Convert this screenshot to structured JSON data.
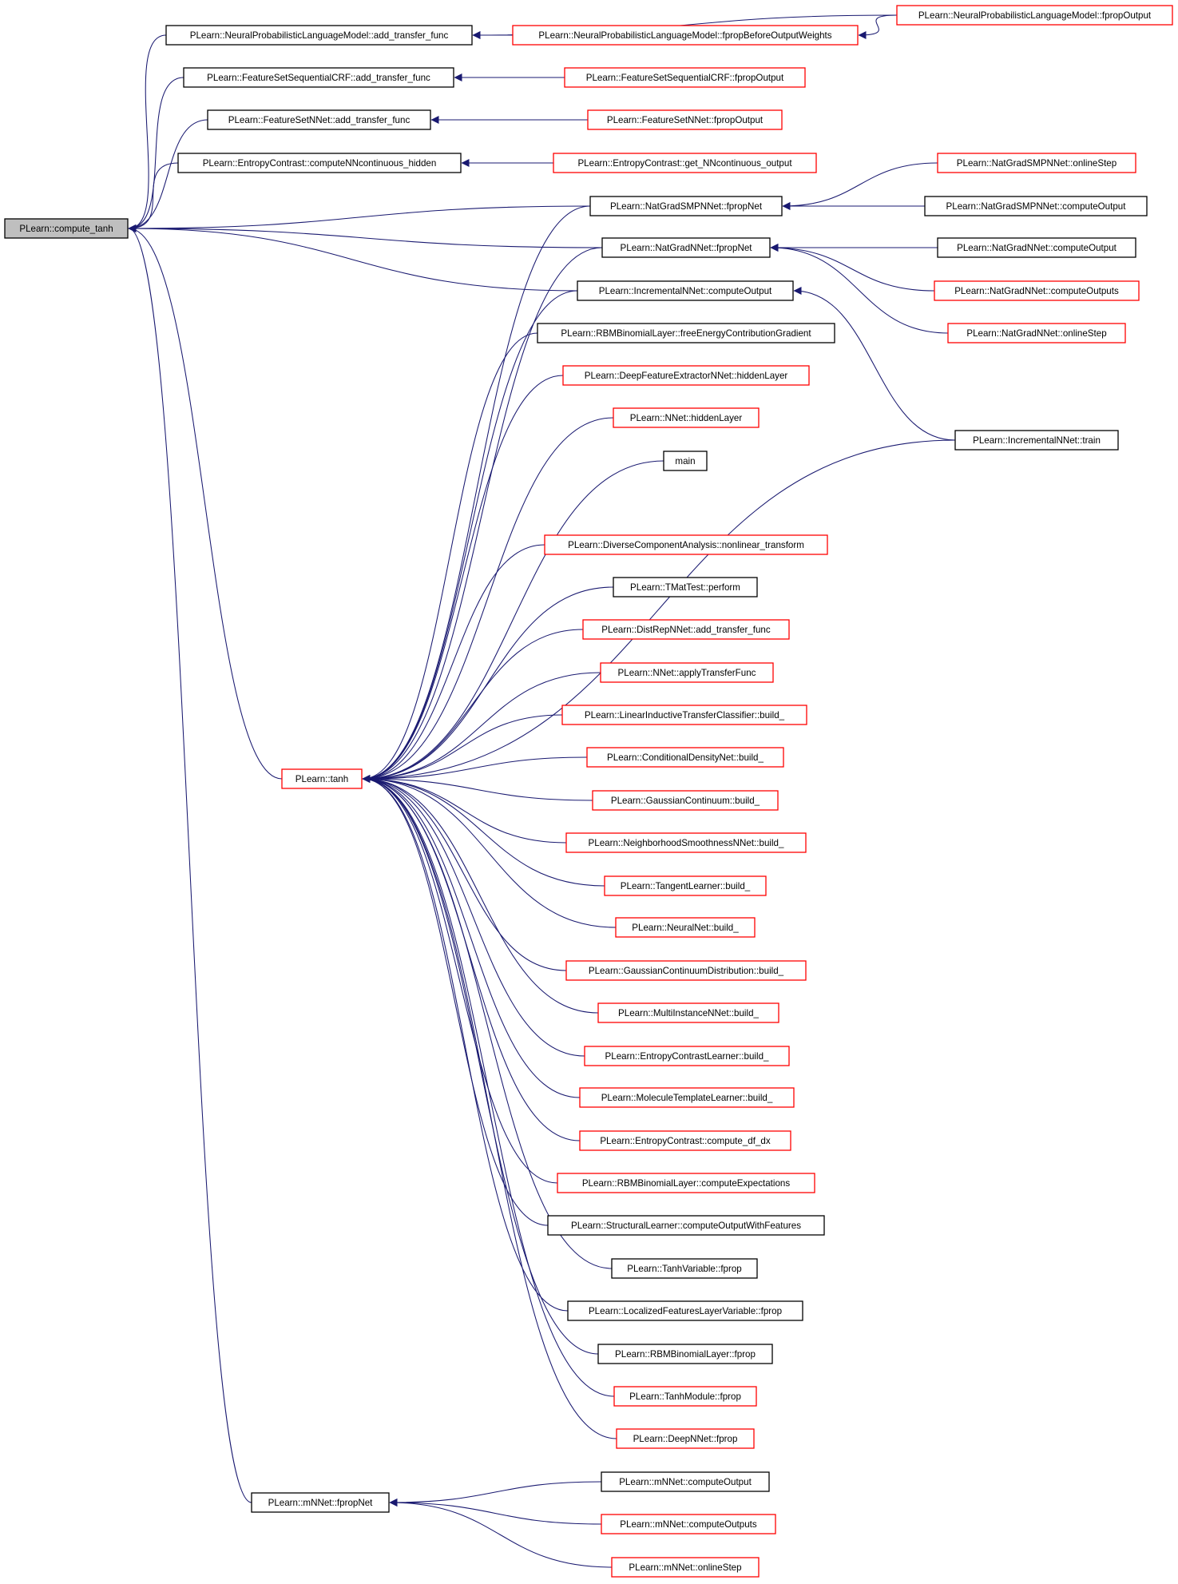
{
  "colors": {
    "edge": "#191970",
    "box_border_normal": "#000000",
    "box_border_truncated": "#ff0000",
    "root_fill": "#bfbfbf",
    "background": "#ffffff"
  },
  "nodes": {
    "compute_tanh": {
      "label": "PLearn::compute_tanh",
      "style": "root"
    },
    "nplm_add_transfer": {
      "label": "PLearn::NeuralProbabilisticLanguageModel::add_transfer_func",
      "style": "black"
    },
    "nplm_fpropBefore": {
      "label": "PLearn::NeuralProbabilisticLanguageModel::fpropBeforeOutputWeights",
      "style": "red"
    },
    "nplm_fpropOutput": {
      "label": "PLearn::NeuralProbabilisticLanguageModel::fpropOutput",
      "style": "red"
    },
    "fsscrf_add_transfer": {
      "label": "PLearn::FeatureSetSequentialCRF::add_transfer_func",
      "style": "black"
    },
    "fsscrf_fpropOutput": {
      "label": "PLearn::FeatureSetSequentialCRF::fpropOutput",
      "style": "red"
    },
    "fsnnet_add_transfer": {
      "label": "PLearn::FeatureSetNNet::add_transfer_func",
      "style": "black"
    },
    "fsnnet_fpropOutput": {
      "label": "PLearn::FeatureSetNNet::fpropOutput",
      "style": "red"
    },
    "ec_computeNN": {
      "label": "PLearn::EntropyContrast::computeNNcontinuous_hidden",
      "style": "black"
    },
    "ec_getNN": {
      "label": "PLearn::EntropyContrast::get_NNcontinuous_output",
      "style": "red"
    },
    "ngsmp_onlineStep": {
      "label": "PLearn::NatGradSMPNNet::onlineStep",
      "style": "red"
    },
    "ngsmp_fpropNet": {
      "label": "PLearn::NatGradSMPNNet::fpropNet",
      "style": "black"
    },
    "ngsmp_computeOutput": {
      "label": "PLearn::NatGradSMPNNet::computeOutput",
      "style": "black"
    },
    "ngn_fpropNet": {
      "label": "PLearn::NatGradNNet::fpropNet",
      "style": "black"
    },
    "ngn_computeOutput": {
      "label": "PLearn::NatGradNNet::computeOutput",
      "style": "black"
    },
    "ngn_computeOutputs": {
      "label": "PLearn::NatGradNNet::computeOutputs",
      "style": "red"
    },
    "inn_computeOutput": {
      "label": "PLearn::IncrementalNNet::computeOutput",
      "style": "black"
    },
    "ngn_onlineStep": {
      "label": "PLearn::NatGradNNet::onlineStep",
      "style": "red"
    },
    "rbmbl_freeEnergy": {
      "label": "PLearn::RBMBinomialLayer::freeEnergyContributionGradient",
      "style": "black"
    },
    "dfe_hiddenLayer": {
      "label": "PLearn::DeepFeatureExtractorNNet::hiddenLayer",
      "style": "red"
    },
    "nnet_hiddenLayer": {
      "label": "PLearn::NNet::hiddenLayer",
      "style": "red"
    },
    "inn_train": {
      "label": "PLearn::IncrementalNNet::train",
      "style": "black"
    },
    "main": {
      "label": "main",
      "style": "black"
    },
    "dca_nonlinear": {
      "label": "PLearn::DiverseComponentAnalysis::nonlinear_transform",
      "style": "red"
    },
    "tmattest_perform": {
      "label": "PLearn::TMatTest::perform",
      "style": "black"
    },
    "drnnet_add_transfer": {
      "label": "PLearn::DistRepNNet::add_transfer_func",
      "style": "red"
    },
    "nnet_applyTransfer": {
      "label": "PLearn::NNet::applyTransferFunc",
      "style": "red"
    },
    "litc_build": {
      "label": "PLearn::LinearInductiveTransferClassifier::build_",
      "style": "red"
    },
    "cdn_build": {
      "label": "PLearn::ConditionalDensityNet::build_",
      "style": "red"
    },
    "gc_build": {
      "label": "PLearn::GaussianContinuum::build_",
      "style": "red"
    },
    "nsnnet_build": {
      "label": "PLearn::NeighborhoodSmoothnessNNet::build_",
      "style": "red"
    },
    "tanh": {
      "label": "PLearn::tanh",
      "style": "red"
    },
    "tl_build": {
      "label": "PLearn::TangentLearner::build_",
      "style": "red"
    },
    "neuralnet_build": {
      "label": "PLearn::NeuralNet::build_",
      "style": "red"
    },
    "gcd_build": {
      "label": "PLearn::GaussianContinuumDistribution::build_",
      "style": "red"
    },
    "minnet_build": {
      "label": "PLearn::MultiInstanceNNet::build_",
      "style": "red"
    },
    "ecl_build": {
      "label": "PLearn::EntropyContrastLearner::build_",
      "style": "red"
    },
    "mtl_build": {
      "label": "PLearn::MoleculeTemplateLearner::build_",
      "style": "red"
    },
    "ec_compute_df_dx": {
      "label": "PLearn::EntropyContrast::compute_df_dx",
      "style": "red"
    },
    "rbmbl_computeExp": {
      "label": "PLearn::RBMBinomialLayer::computeExpectations",
      "style": "red"
    },
    "sl_computeOutputWF": {
      "label": "PLearn::StructuralLearner::computeOutputWithFeatures",
      "style": "black"
    },
    "tanhvar_fprop": {
      "label": "PLearn::TanhVariable::fprop",
      "style": "black"
    },
    "lflv_fprop": {
      "label": "PLearn::LocalizedFeaturesLayerVariable::fprop",
      "style": "black"
    },
    "rbmbl_fprop": {
      "label": "PLearn::RBMBinomialLayer::fprop",
      "style": "black"
    },
    "tanhmod_fprop": {
      "label": "PLearn::TanhModule::fprop",
      "style": "red"
    },
    "deepnnet_fprop": {
      "label": "PLearn::DeepNNet::fprop",
      "style": "red"
    },
    "mnnet_computeOutput": {
      "label": "PLearn::mNNet::computeOutput",
      "style": "black"
    },
    "mnnet_fpropNet": {
      "label": "PLearn::mNNet::fpropNet",
      "style": "black"
    },
    "mnnet_computeOutputs": {
      "label": "PLearn::mNNet::computeOutputs",
      "style": "red"
    },
    "mnnet_onlineStep": {
      "label": "PLearn::mNNet::onlineStep",
      "style": "red"
    }
  },
  "edges": [
    [
      "compute_tanh",
      "nplm_add_transfer"
    ],
    [
      "compute_tanh",
      "fsscrf_add_transfer"
    ],
    [
      "compute_tanh",
      "fsnnet_add_transfer"
    ],
    [
      "compute_tanh",
      "ec_computeNN"
    ],
    [
      "compute_tanh",
      "ngsmp_fpropNet"
    ],
    [
      "compute_tanh",
      "ngn_fpropNet"
    ],
    [
      "compute_tanh",
      "inn_computeOutput"
    ],
    [
      "compute_tanh",
      "tanh"
    ],
    [
      "compute_tanh",
      "mnnet_fpropNet"
    ],
    [
      "nplm_add_transfer",
      "nplm_fpropBefore"
    ],
    [
      "nplm_add_transfer",
      "nplm_fpropOutput"
    ],
    [
      "nplm_fpropBefore",
      "nplm_fpropOutput"
    ],
    [
      "fsscrf_add_transfer",
      "fsscrf_fpropOutput"
    ],
    [
      "fsnnet_add_transfer",
      "fsnnet_fpropOutput"
    ],
    [
      "ec_computeNN",
      "ec_getNN"
    ],
    [
      "ngsmp_fpropNet",
      "ngsmp_onlineStep"
    ],
    [
      "ngsmp_fpropNet",
      "ngsmp_computeOutput"
    ],
    [
      "ngn_fpropNet",
      "ngn_computeOutput"
    ],
    [
      "ngn_fpropNet",
      "ngn_computeOutputs"
    ],
    [
      "ngn_fpropNet",
      "ngn_onlineStep"
    ],
    [
      "inn_computeOutput",
      "inn_train"
    ],
    [
      "tanh",
      "ngsmp_fpropNet"
    ],
    [
      "tanh",
      "ngn_fpropNet"
    ],
    [
      "tanh",
      "inn_computeOutput"
    ],
    [
      "tanh",
      "rbmbl_freeEnergy"
    ],
    [
      "tanh",
      "dfe_hiddenLayer"
    ],
    [
      "tanh",
      "nnet_hiddenLayer"
    ],
    [
      "tanh",
      "main"
    ],
    [
      "tanh",
      "inn_train"
    ],
    [
      "tanh",
      "dca_nonlinear"
    ],
    [
      "tanh",
      "tmattest_perform"
    ],
    [
      "tanh",
      "drnnet_add_transfer"
    ],
    [
      "tanh",
      "nnet_applyTransfer"
    ],
    [
      "tanh",
      "litc_build"
    ],
    [
      "tanh",
      "cdn_build"
    ],
    [
      "tanh",
      "gc_build"
    ],
    [
      "tanh",
      "nsnnet_build"
    ],
    [
      "tanh",
      "tl_build"
    ],
    [
      "tanh",
      "neuralnet_build"
    ],
    [
      "tanh",
      "gcd_build"
    ],
    [
      "tanh",
      "minnet_build"
    ],
    [
      "tanh",
      "ecl_build"
    ],
    [
      "tanh",
      "mtl_build"
    ],
    [
      "tanh",
      "ec_compute_df_dx"
    ],
    [
      "tanh",
      "rbmbl_computeExp"
    ],
    [
      "tanh",
      "sl_computeOutputWF"
    ],
    [
      "tanh",
      "tanhvar_fprop"
    ],
    [
      "tanh",
      "lflv_fprop"
    ],
    [
      "tanh",
      "rbmbl_fprop"
    ],
    [
      "tanh",
      "tanhmod_fprop"
    ],
    [
      "tanh",
      "deepnnet_fprop"
    ],
    [
      "mnnet_fpropNet",
      "mnnet_computeOutput"
    ],
    [
      "mnnet_fpropNet",
      "mnnet_computeOutputs"
    ],
    [
      "mnnet_fpropNet",
      "mnnet_onlineStep"
    ]
  ]
}
